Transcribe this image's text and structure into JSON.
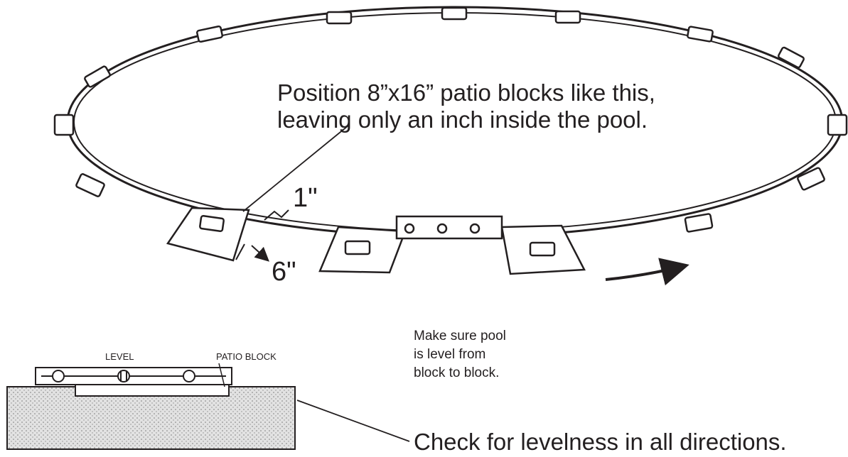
{
  "callouts": {
    "blocks_line1": "Position 8”x16” patio blocks like this,",
    "blocks_line2": "leaving only an inch inside the pool.",
    "level_line1": "Make sure pool",
    "level_line2": "is level from",
    "level_line3": "block to block.",
    "levelness": "Check for levelness in all directions."
  },
  "dimensions": {
    "inside": "1\"",
    "width": "6\""
  },
  "detail_labels": {
    "level": "LEVEL",
    "patio_block": "PATIO BLOCK"
  },
  "colors": {
    "ink": "#231f20",
    "paper": "#ffffff",
    "ground": "#d6d6d6"
  }
}
